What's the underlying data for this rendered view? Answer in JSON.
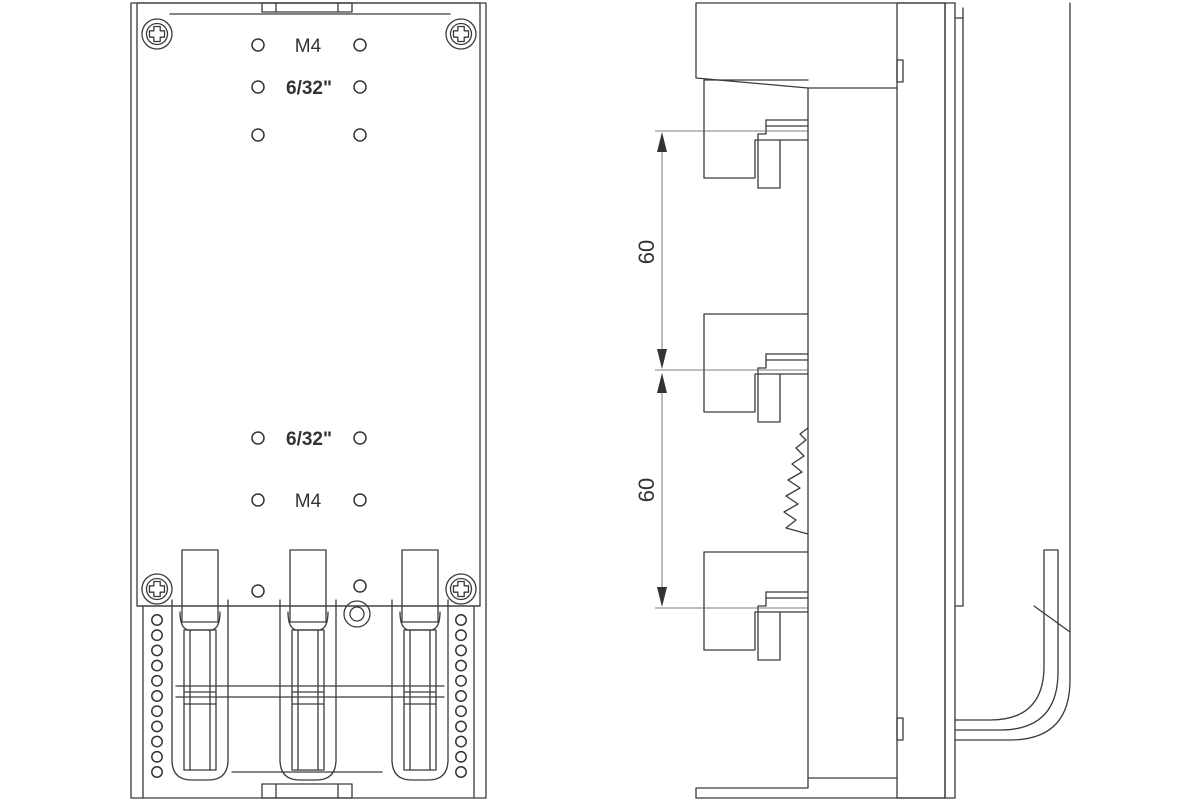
{
  "front_view": {
    "hole_labels": {
      "m4_top": "M4",
      "unc_top": "6/32\"",
      "unc_bottom": "6/32\"",
      "m4_bottom": "M4"
    }
  },
  "side_view": {
    "dimensions": {
      "pitch_upper": "60",
      "pitch_lower": "60"
    }
  },
  "colors": {
    "line": "#3a3a3a",
    "background": "#ffffff"
  }
}
